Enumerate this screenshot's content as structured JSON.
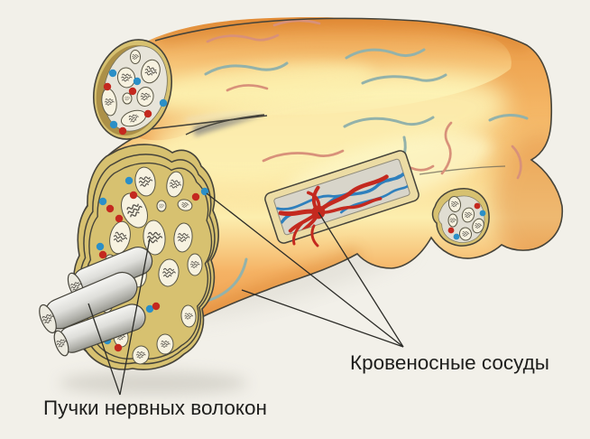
{
  "illustration": {
    "type": "anatomical-diagram",
    "subject": "peripheral-nerve-structure",
    "labels": {
      "nerve_fiber_bundles": "Пучки нервных волокон",
      "blood_vessels": "Кровеносные сосуды"
    },
    "colors": {
      "background": "#f2f0e9",
      "nerve_orange": "#f09c4c",
      "nerve_highlight": "#fdf4b8",
      "epineurium_ring": "#d7c170",
      "epineurium_shadow": "#ac9048",
      "cut_face_gray": "#e6e3d7",
      "fascicle_cream": "#f7f2e0",
      "artery_red": "#c4291f",
      "vein_blue": "#2b8fc7",
      "surface_vessel_teal": "#93b2aa",
      "surface_vessel_salmon": "#d8917a",
      "fiber_bundle_white": "#e8e8e2",
      "outline": "#45433a",
      "pointer_line": "#2c2c28",
      "text": "#1e1e1c"
    }
  }
}
